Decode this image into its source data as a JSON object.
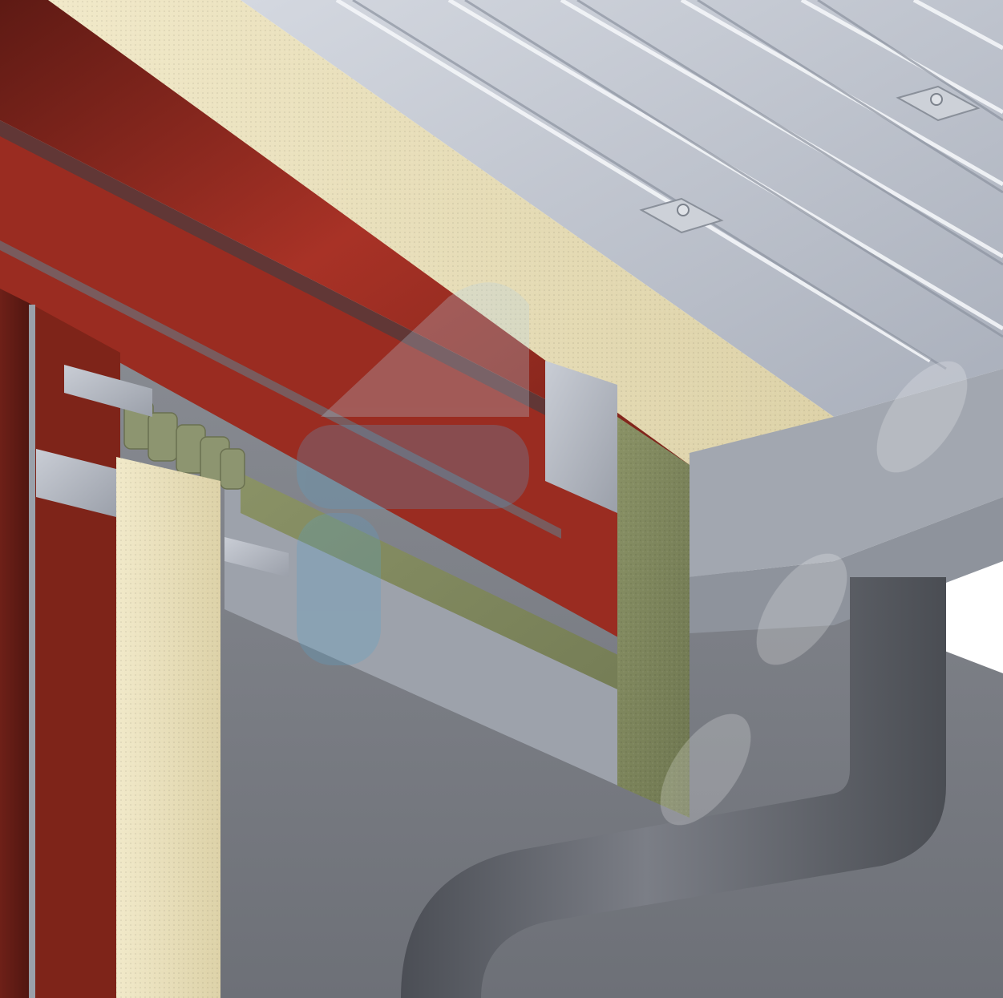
{
  "figure": {
    "kind": "3d-architectural-detail",
    "components": [
      {
        "name": "corrugated-metal-roof-sheet",
        "color": "#b9bfcb"
      },
      {
        "name": "roof-insulation-layer",
        "color": "#e7ddb5"
      },
      {
        "name": "red-steel-purlin",
        "color": "#8f2a1f"
      },
      {
        "name": "steel-column",
        "color": "#7a2a20"
      },
      {
        "name": "wall-insulation-panel",
        "color": "#ece3c0"
      },
      {
        "name": "mineral-wool-gutter-lining",
        "color": "#7f875e"
      },
      {
        "name": "steel-gutter-liner",
        "color": "#a8adb6"
      },
      {
        "name": "gutter-outlet-downpipe",
        "color": "#5d6067"
      },
      {
        "name": "steel-support-bracket",
        "color": "#b6bbc4"
      },
      {
        "name": "roof-fixing-clip",
        "color": "#c5c9d0"
      }
    ],
    "watermark": {
      "style": "faint-logo",
      "color": "#5aa0c8"
    }
  }
}
